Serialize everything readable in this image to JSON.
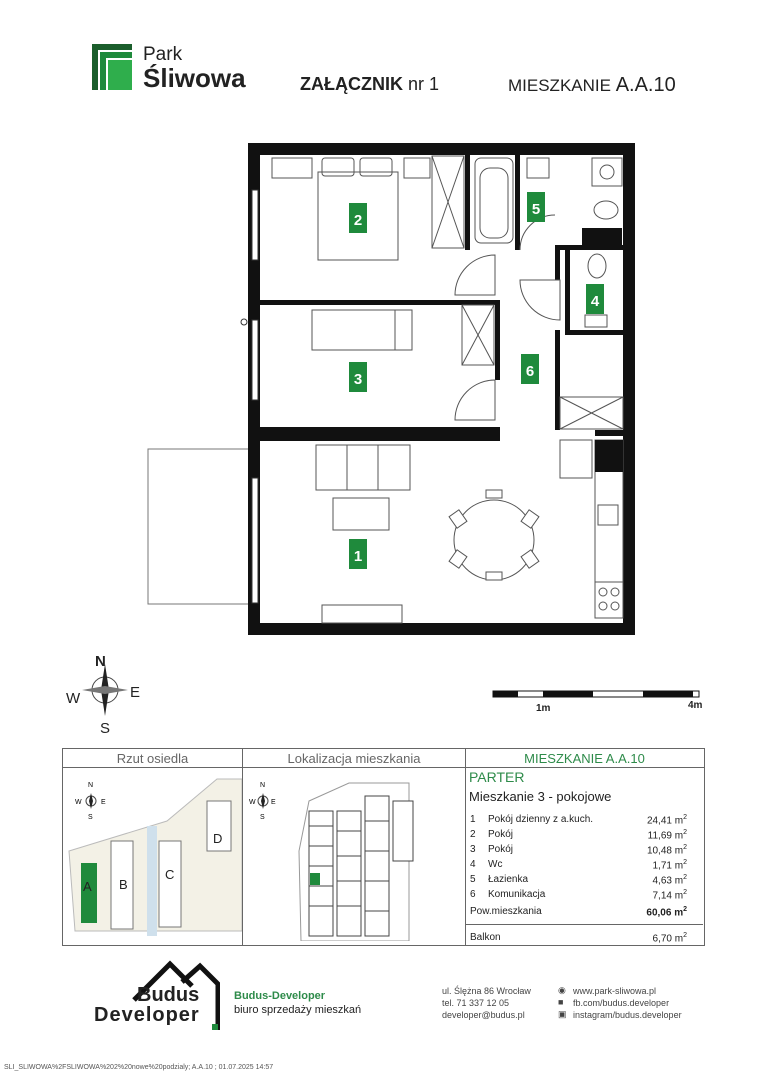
{
  "brand": {
    "line1": "Park",
    "line2": "Śliwowa",
    "green": "#1f8a3c",
    "dark_green": "#1b5e2c"
  },
  "header": {
    "zalacznik_bold": "ZAŁĄCZNIK",
    "zalacznik_rest": " nr 1",
    "mieszkanie_small": "MIESZKANIE ",
    "mieszkanie_big": "A.A.10"
  },
  "rooms_on_plan": [
    "1",
    "2",
    "3",
    "4",
    "5",
    "6"
  ],
  "compass": {
    "n": "N",
    "s": "S",
    "e": "E",
    "w": "W"
  },
  "scale": {
    "left_label": "1m",
    "right_label": "4m"
  },
  "panel": {
    "col1_title": "Rzut osiedla",
    "col2_title": "Lokalizacja mieszkania",
    "col3_title": "MIESZKANIE A.A.10",
    "site_labels": [
      "A",
      "B",
      "C",
      "D"
    ],
    "floor": "PARTER",
    "apartment_type": "Mieszkanie 3 - pokojowe",
    "rooms": [
      {
        "no": "1",
        "name": "Pokój dzienny z a.kuch.",
        "area": "24,41",
        "unit": "m"
      },
      {
        "no": "2",
        "name": "Pokój",
        "area": "11,69",
        "unit": "m"
      },
      {
        "no": "3",
        "name": "Pokój",
        "area": "10,48",
        "unit": "m"
      },
      {
        "no": "4",
        "name": "Wc",
        "area": "1,71",
        "unit": "m"
      },
      {
        "no": "5",
        "name": "Łazienka",
        "area": "4,63",
        "unit": "m"
      },
      {
        "no": "6",
        "name": "Komunikacja",
        "area": "7,14",
        "unit": "m"
      }
    ],
    "total_label": "Pow.mieszkania",
    "total_value": "60,06 m",
    "balcony_label": "Balkon",
    "balcony_value": "6,70 m",
    "sup": "2"
  },
  "footer": {
    "company_line1": "Budus",
    "company_line2": "Developer",
    "company_name": "Budus-Developer",
    "office": "biuro sprzedaży mieszkań",
    "address": "ul. Ślężna 86 Wrocław",
    "tel": "tel. 71 337 12 05",
    "email": "developer@budus.pl",
    "web": "www.park-sliwowa.pl",
    "fb": "fb.com/budus.developer",
    "ig": "instagram/budus.developer",
    "file_ref": "SLI_SLIWOWA%2FSLIWOWA%202%20nowe%20podzialy; A.A.10  ; 01.07.2025 14:57"
  }
}
